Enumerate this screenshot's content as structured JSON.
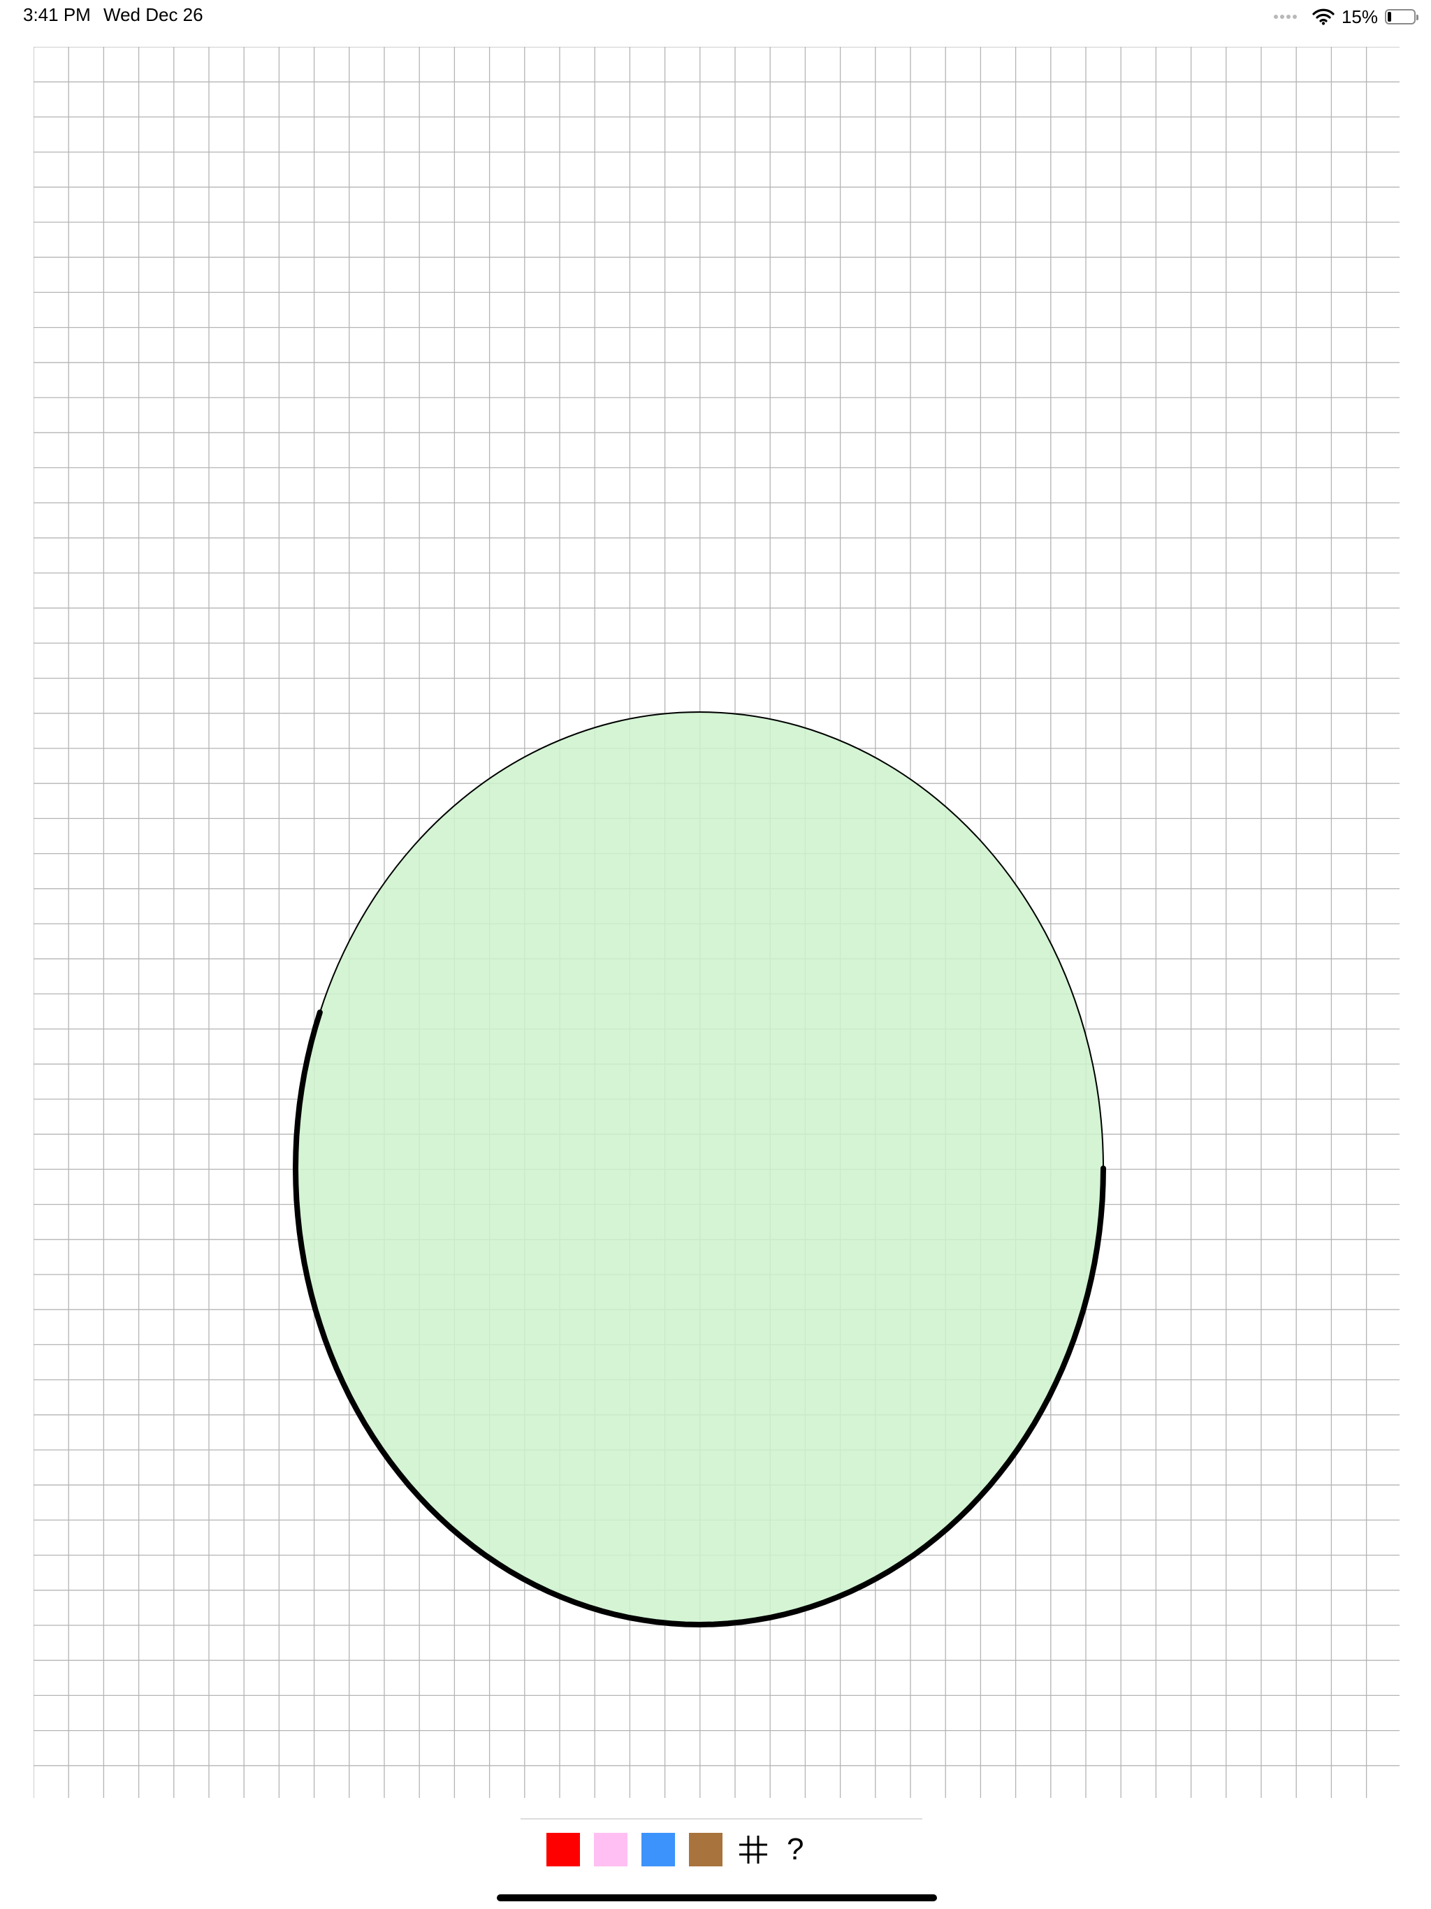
{
  "status_bar": {
    "time": "3:41 PM",
    "date": "Wed Dec 26",
    "battery_percent": "15%",
    "battery_level": 0.15,
    "wifi_icon": "wifi-icon",
    "signal_icon": "cellular-signal-icon"
  },
  "canvas": {
    "grid_color": "#b4b4b4",
    "shape": {
      "type": "ellipse",
      "fill_color": "#cdf2cd",
      "stroke_color": "#000000"
    }
  },
  "toolbar": {
    "swatches": [
      {
        "name": "red",
        "color": "#ff0000"
      },
      {
        "name": "pink",
        "color": "#ffbff2"
      },
      {
        "name": "blue",
        "color": "#3d93fc"
      },
      {
        "name": "brown",
        "color": "#a8733d"
      }
    ],
    "grid_icon": "grid-hash-icon",
    "help_label": "?"
  }
}
